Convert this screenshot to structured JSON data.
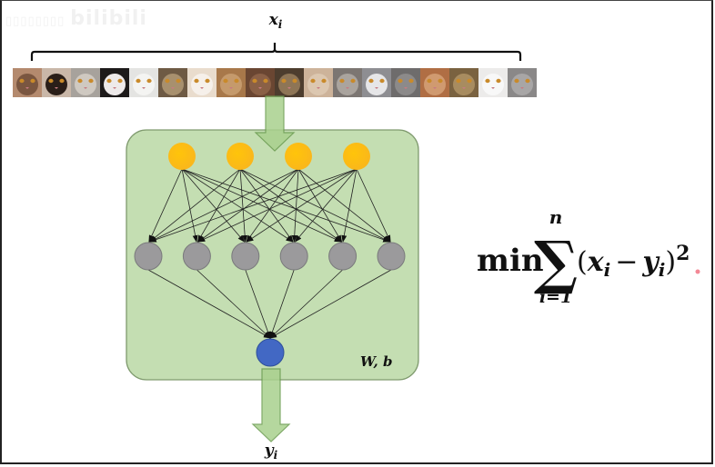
{
  "watermark": {
    "prefix": "▯▯▯▯▯▯▯▯",
    "brand": "bilibili"
  },
  "input": {
    "label_var": "x",
    "label_sub": "i",
    "tiles": [
      {
        "name": "cat-siamese-1",
        "bg": "#b48a6e",
        "face": "#7a5640"
      },
      {
        "name": "cat-siamese-dark",
        "bg": "#c9b7a8",
        "face": "#2a1e18"
      },
      {
        "name": "cat-tabby-silver",
        "bg": "#a7a29c",
        "face": "#cfc9c1"
      },
      {
        "name": "cat-bicolor-black",
        "bg": "#1d1a1a",
        "face": "#eeeaea"
      },
      {
        "name": "cat-white-persian",
        "bg": "#e4e4e2",
        "face": "#f4f4f2"
      },
      {
        "name": "cat-tabby-brown",
        "bg": "#6e5a44",
        "face": "#a8906e"
      },
      {
        "name": "cat-calico-persian",
        "bg": "#e9dccd",
        "face": "#f6f0ea"
      },
      {
        "name": "cat-orange-persian",
        "bg": "#a8784a",
        "face": "#c59a6c"
      },
      {
        "name": "cat-chocolate",
        "bg": "#6a4632",
        "face": "#8a6046"
      },
      {
        "name": "cat-maine-coon",
        "bg": "#4d3d2e",
        "face": "#8e7556"
      },
      {
        "name": "cat-cream",
        "bg": "#cdb39a",
        "face": "#dcc7b0"
      },
      {
        "name": "cat-tabby-grey",
        "bg": "#7c7672",
        "face": "#aaa49e"
      },
      {
        "name": "cat-grey-white",
        "bg": "#8e8e92",
        "face": "#e6e6e8"
      },
      {
        "name": "cat-british-blue",
        "bg": "#6e6c6c",
        "face": "#8c8a8a"
      },
      {
        "name": "cat-ginger",
        "bg": "#b06e44",
        "face": "#d09a70"
      },
      {
        "name": "cat-tabby-green-eye",
        "bg": "#7a6240",
        "face": "#a88c60"
      },
      {
        "name": "cat-white",
        "bg": "#ecebea",
        "face": "#f8f8f8"
      },
      {
        "name": "cat-grey",
        "bg": "#8a8888",
        "face": "#a8a6a6"
      }
    ]
  },
  "network": {
    "params_label": "W, b",
    "colors": {
      "box_fill": "#c4deb2",
      "box_stroke": "#7f9a6e",
      "input_node": "#ffbd14",
      "hidden_node": "#9b9a9c",
      "hidden_stroke": "#7a7a7c",
      "output_node": "#4268c4",
      "output_stroke": "#2e4f9a",
      "arrow_fill": "#a9d18e",
      "arrow_stroke": "#6a9b50",
      "edge": "#222222"
    },
    "layers": {
      "input_count": 4,
      "hidden_count": 6,
      "output_count": 1
    }
  },
  "output": {
    "label_var": "y",
    "label_sub": "i"
  },
  "formula": {
    "op": "min",
    "sum_upper": "n",
    "sum_lower": "i=1",
    "sigma": "∑",
    "open_paren": "(",
    "x_var": "x",
    "x_sub": "i",
    "minus": "−",
    "y_var": "y",
    "y_sub": "i",
    "close_paren": ")",
    "power": "2"
  }
}
